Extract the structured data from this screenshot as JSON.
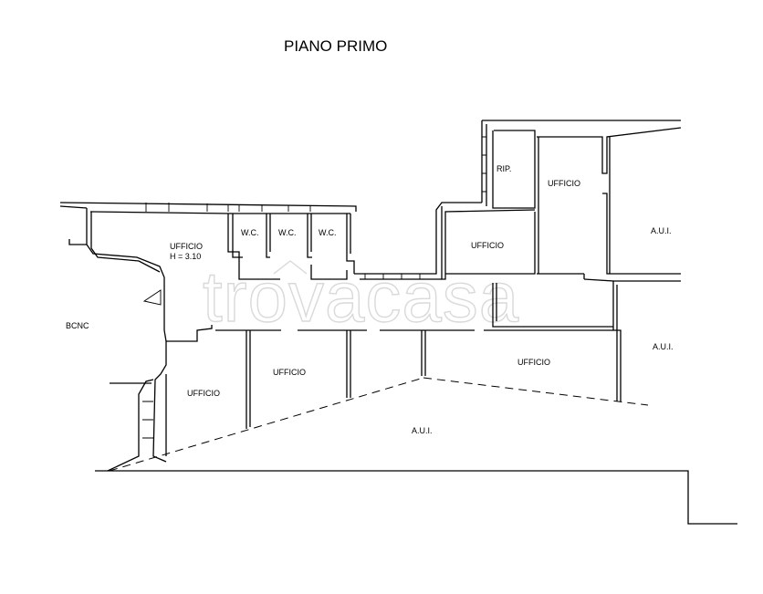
{
  "title": "PIANO PRIMO",
  "watermark": "trovacasa",
  "rooms": [
    {
      "id": "rip",
      "label": "RIP."
    },
    {
      "id": "ufficio-top-right",
      "label": "UFFICIO"
    },
    {
      "id": "aui-right-top",
      "label": "A.U.I."
    },
    {
      "id": "wc-1",
      "label": "W.C."
    },
    {
      "id": "wc-2",
      "label": "W.C."
    },
    {
      "id": "wc-3",
      "label": "W.C."
    },
    {
      "id": "ufficio-main",
      "label": "UFFICIO"
    },
    {
      "id": "ufficio-main-height",
      "label": "H = 3.10"
    },
    {
      "id": "ufficio-center",
      "label": "UFFICIO"
    },
    {
      "id": "bcnc",
      "label": "BCNC"
    },
    {
      "id": "aui-right-mid",
      "label": "A.U.I."
    },
    {
      "id": "ufficio-mid-center",
      "label": "UFFICIO"
    },
    {
      "id": "ufficio-mid-right",
      "label": "UFFICIO"
    },
    {
      "id": "ufficio-bottom-left",
      "label": "UFFICIO"
    },
    {
      "id": "aui-bottom",
      "label": "A.U.I."
    }
  ]
}
